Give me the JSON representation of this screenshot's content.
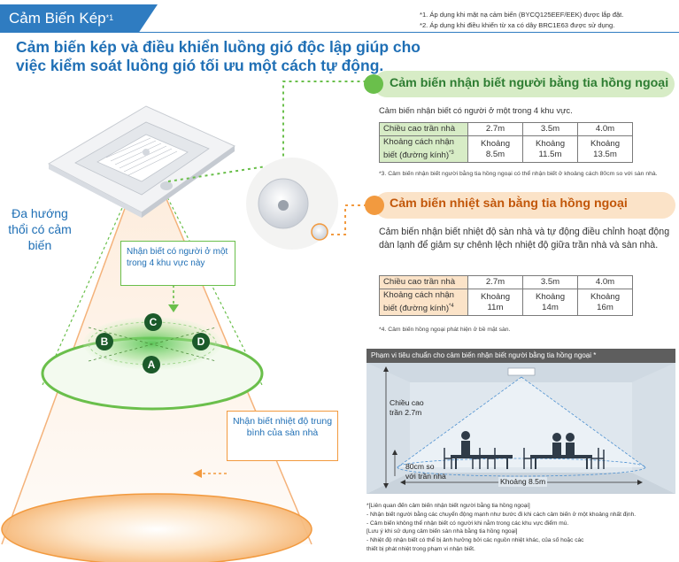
{
  "header": {
    "title": "Cảm Biến Kép",
    "title_sup": "*1",
    "notes": [
      "*1. Áp dụng khi mặt nạ cảm biến (BYCQ125EEF/EEK) được lắp đặt.",
      "*2. Áp dụng khi điều khiển từ xa có dây BRC1E63 được sử dụng."
    ]
  },
  "headline": "Cảm biến kép và điều khiển luồng gió độc lập giúp cho việc kiểm soát luồng gió tối ưu một cách tự động.",
  "left": {
    "direction_label": "Đa hướng thổi có cảm biến",
    "presence_box": "Nhận biết có người ở một trong 4 khu vực này",
    "floor_box": "Nhận biết nhiệt độ trung bình của sàn nhà",
    "zones": [
      "A",
      "B",
      "C",
      "D"
    ]
  },
  "sensor1": {
    "title": "Cảm biến nhận biết người bằng tia hồng ngoại",
    "desc": "Cảm biến nhận biết có người ở một trong 4 khu vực.",
    "table": {
      "row1_label": "Chiều cao trần nhà",
      "row1": [
        "2.7m",
        "3.5m",
        "4.0m"
      ],
      "row2_label_a": "Khoảng cách nhận",
      "row2_label_b": "biết (đường kính)",
      "row2_sup": "*3",
      "row2_a": [
        "Khoảng",
        "Khoảng",
        "Khoảng"
      ],
      "row2_b": [
        "8.5m",
        "11.5m",
        "13.5m"
      ]
    },
    "footnote": "*3. Cảm biến nhận biết người bằng tia hồng ngoại có thể nhận biết ở khoảng cách 80cm so với sàn nhà."
  },
  "sensor2": {
    "title": "Cảm biến nhiệt sàn bằng tia hồng ngoại",
    "desc": "Cảm biến nhận biết nhiệt độ sàn nhà và tự động điều chỉnh hoạt động dàn lạnh để giảm sự chênh lệch nhiệt độ giữa trần nhà và sàn nhà.",
    "table": {
      "row1_label": "Chiều cao trần nhà",
      "row1": [
        "2.7m",
        "3.5m",
        "4.0m"
      ],
      "row2_label_a": "Khoảng cách nhận",
      "row2_label_b": "biết (đường kính)",
      "row2_sup": "*4",
      "row2_a": [
        "Khoảng",
        "Khoảng",
        "Khoảng"
      ],
      "row2_b": [
        "11m",
        "14m",
        "16m"
      ]
    },
    "footnote": "*4. Cảm biến hồng ngoại phát hiện ở bề mặt sàn."
  },
  "figure": {
    "title": "Phạm vi tiêu chuẩn cho cảm biến nhận biết người bằng tia hồng ngoại *",
    "ceiling_label_a": "Chiều cao",
    "ceiling_label_b": "trần 2.7m",
    "floor_label_a": "80cm so",
    "floor_label_b": "với trần nhà",
    "distance_label": "Khoảng 8.5m"
  },
  "bottom_notes": [
    "*[Liên quan đến cảm biến nhận biết người bằng tia hồng ngoại]",
    "- Nhận biết người bằng các chuyển động mạnh như bước đi khi cách cảm biến ở một khoảng nhất định.",
    "- Cảm biến không thể nhận biết có người khi nằm trong các khu vực điểm mù.",
    "[Lưu ý khi sử dụng cảm biến sàn nhà bằng tia hồng ngoại]",
    "- Nhiệt độ nhận biết có thể bị ảnh hưởng bởi các nguồn nhiệt khác, của số hoặc các",
    "  thiết bị phát nhiệt trong phạm vi nhận biết."
  ],
  "colors": {
    "brand_blue": "#1f6fb5",
    "green": "#6abf4b",
    "orange": "#f29a3f"
  }
}
